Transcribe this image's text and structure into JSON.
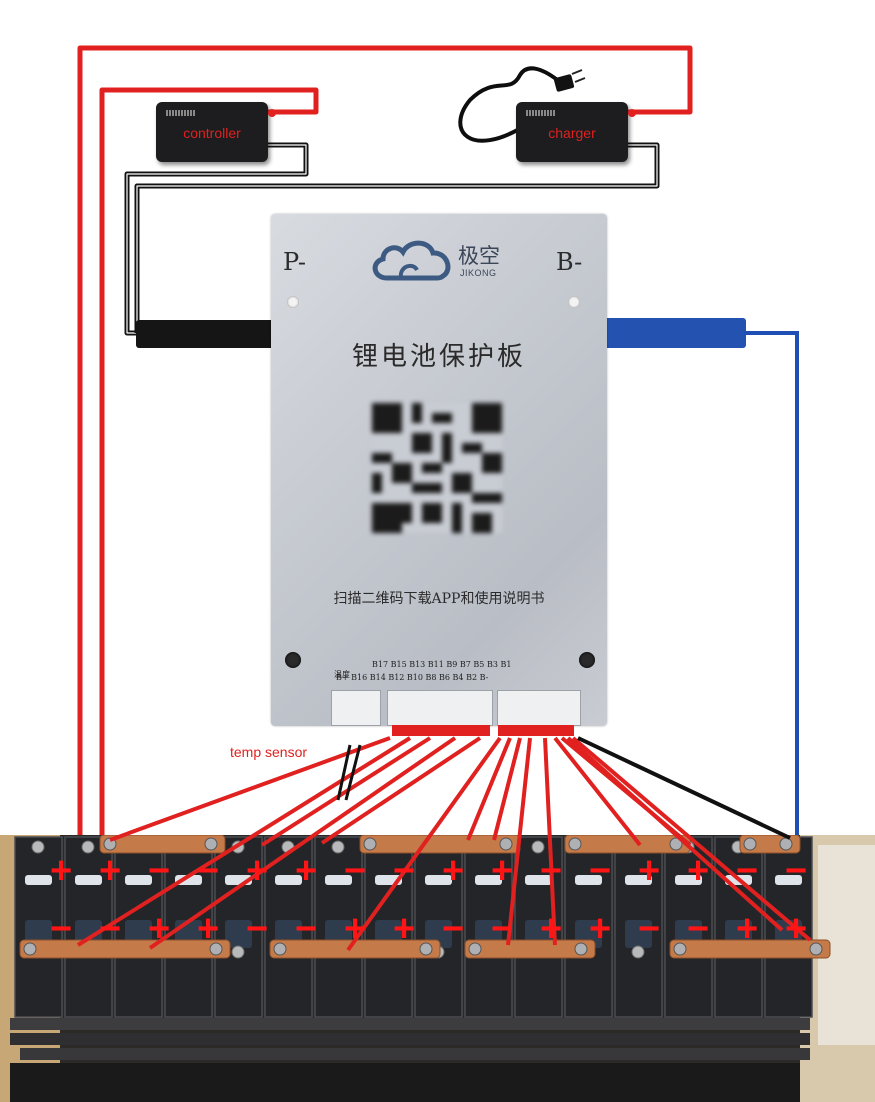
{
  "devices": {
    "controller_label": "controller",
    "charger_label": "charger"
  },
  "board": {
    "p_minus_label": "P-",
    "b_minus_label": "B-",
    "brand_cn": "极空",
    "brand_en": "JIKONG",
    "title": "锂电池保护板",
    "scan_text": "扫描二维码下载APP和使用说明书",
    "temp_label": "温度",
    "pin_row_top": "B17 B15 B13 B11 B9 B7 B5 B3 B1",
    "pin_row_bottom": "B+ B16 B14 B12 B10 B8 B6 B4 B2 B-"
  },
  "annotations": {
    "temp_sensor": "temp sensor"
  },
  "battery": {
    "top_row_signs": [
      "+",
      "+",
      "−",
      "−",
      "+",
      "+",
      "−",
      "−",
      "+",
      "+",
      "−",
      "−",
      "+",
      "+",
      "−",
      "−"
    ],
    "bottom_row_signs": [
      "−",
      "−",
      "+",
      "+",
      "−",
      "−",
      "+",
      "+",
      "−",
      "−",
      "+",
      "+",
      "−",
      "−",
      "+",
      "+"
    ]
  },
  "colors": {
    "positive_wire": "#e0211f",
    "negative_wire": "#111111",
    "b_minus_wire": "#1f4fb5",
    "sign_color": "#ff1515"
  }
}
